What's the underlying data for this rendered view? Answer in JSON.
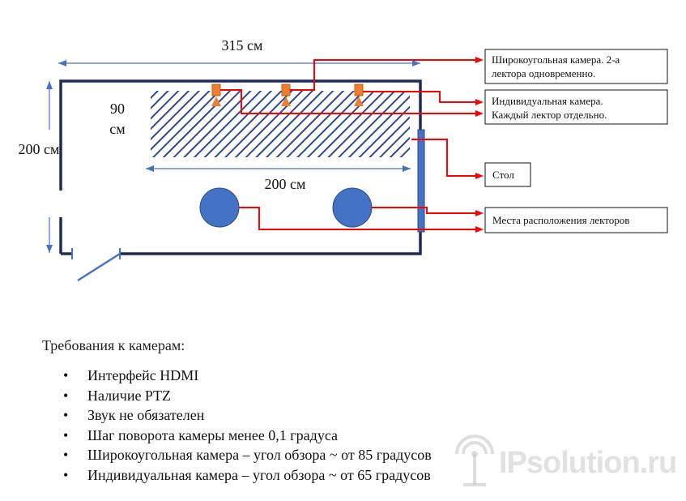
{
  "colors": {
    "wall": "#1f2a5c",
    "dim": "#4472c4",
    "camera": "#ed7d31",
    "leader": "#ff0000",
    "lecturer": "#4472c4",
    "hatch": "#2e4a8a",
    "text": "#111111"
  },
  "diagram": {
    "room_width": "315 см",
    "room_height": "200 см",
    "table_depth_line1": "90",
    "table_depth_line2": "см",
    "table_width": "200 см"
  },
  "legend": {
    "wide_camera_line1": "Широкоугольная камера. 2-а",
    "wide_camera_line2": "лектора одновременно.",
    "individual_camera_line1": "Индивидуальная камера.",
    "individual_camera_line2": "Каждый лектор отдельно.",
    "table": "Стол",
    "lecturer_places": "Места расположения лекторов"
  },
  "requirements": {
    "title": "Требования к камерам:",
    "items": [
      "Интерфейс HDMI",
      "Наличие PTZ",
      "Звук не обязателен",
      "Шаг поворота камеры менее 0,1 градуса",
      "Широкоугольная камера – угол обзора ~ от 85 градусов",
      "Индивидуальная камера – угол обзора ~ от 65 градусов"
    ]
  },
  "watermark": {
    "text": "IPsolution.ru",
    "icon": "antenna-icon"
  }
}
